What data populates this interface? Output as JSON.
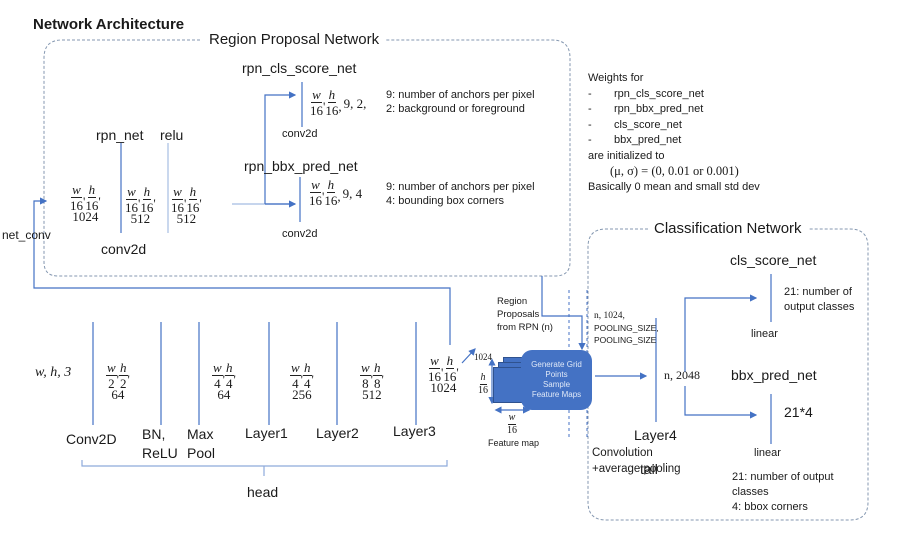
{
  "title": "Network Architecture",
  "colors": {
    "line": "#4472c4",
    "dashed_border": "#8497b0",
    "box_fill": "#4472c4",
    "box_text": "#dfe8f7"
  },
  "rpn": {
    "group_title": "Region Proposal Network",
    "input_tensor": {
      "w": "w",
      "h": "h",
      "den": "16",
      "channels": "1024"
    },
    "net_conv_label": "net_conv",
    "rpn_net_label": "rpn_net",
    "relu_label": "relu",
    "conv2d_label": "conv2d",
    "rpn_net_tensor": {
      "w": "w",
      "h": "h",
      "den": "16",
      "channels": "512"
    },
    "relu_tensor": {
      "w": "w",
      "h": "h",
      "den": "16",
      "channels": "512"
    },
    "cls_score": {
      "name": "rpn_cls_score_net",
      "tensor": {
        "w": "w",
        "h": "h",
        "den": "16",
        "tail": "9, 2,"
      },
      "op": "conv2d",
      "notes": [
        "9: number of anchors per pixel",
        "2: background or foreground"
      ]
    },
    "bbx_pred": {
      "name": "rpn_bbx_pred_net",
      "tensor": {
        "w": "w",
        "h": "h",
        "den": "16",
        "tail": "9, 4"
      },
      "op": "conv2d",
      "notes": [
        "9: number of anchors per pixel",
        "4: bounding box corners"
      ]
    }
  },
  "weights_note": {
    "heading": "Weights for",
    "items": [
      "rpn_cls_score_net",
      "rpn_bbx_pred_net",
      "cls_score_net",
      "bbx_pred_net"
    ],
    "init_label": "are initialized to",
    "formula_lhs": "(μ, σ)",
    "formula_rhs": "(0, 0.01 or 0.001)",
    "summary": "Basically 0 mean and small std dev"
  },
  "head": {
    "input": "w, h, 3",
    "tensors": [
      {
        "den": "2",
        "channels": "64"
      },
      {
        "den": "4",
        "channels": "64"
      },
      {
        "den": "4",
        "channels": "256"
      },
      {
        "den": "8",
        "channels": "512"
      },
      {
        "den": "16",
        "channels": "1024"
      }
    ],
    "layers": [
      "Conv2D",
      "BN,\nReLU",
      "Max\nPool",
      "Layer1",
      "Layer2",
      "Layer3"
    ],
    "bracket_label": "head"
  },
  "feature_map": {
    "depth_label": "1024",
    "height_num": "h",
    "height_den": "16",
    "width_num": "w",
    "width_den": "16",
    "caption": "Feature map"
  },
  "region_proposals": {
    "lines": [
      "Region",
      "Proposals",
      "from RPN (n)"
    ]
  },
  "grid_box": {
    "lines": [
      "Generate Grid",
      "Points",
      "Sample",
      "Feature Maps"
    ]
  },
  "pool_tensor": {
    "lines": [
      "n, 1024,",
      "POOLING_SIZE,",
      "POOLING_SIZE"
    ]
  },
  "classification": {
    "group_title": "Classification Network",
    "layer4_label": "Layer4",
    "layer4_desc": "Convolution +average pooling",
    "tail_label": "tail",
    "layer4_output": "n, 2048",
    "cls_score": {
      "name": "cls_score_net",
      "notes": [
        "21: number of",
        "output classes"
      ],
      "op": "linear"
    },
    "bbx_pred": {
      "name": "bbx_pred_net",
      "output": "21*4",
      "op": "linear",
      "notes": [
        "21: number of output",
        "classes",
        "4: bbox corners"
      ]
    }
  }
}
